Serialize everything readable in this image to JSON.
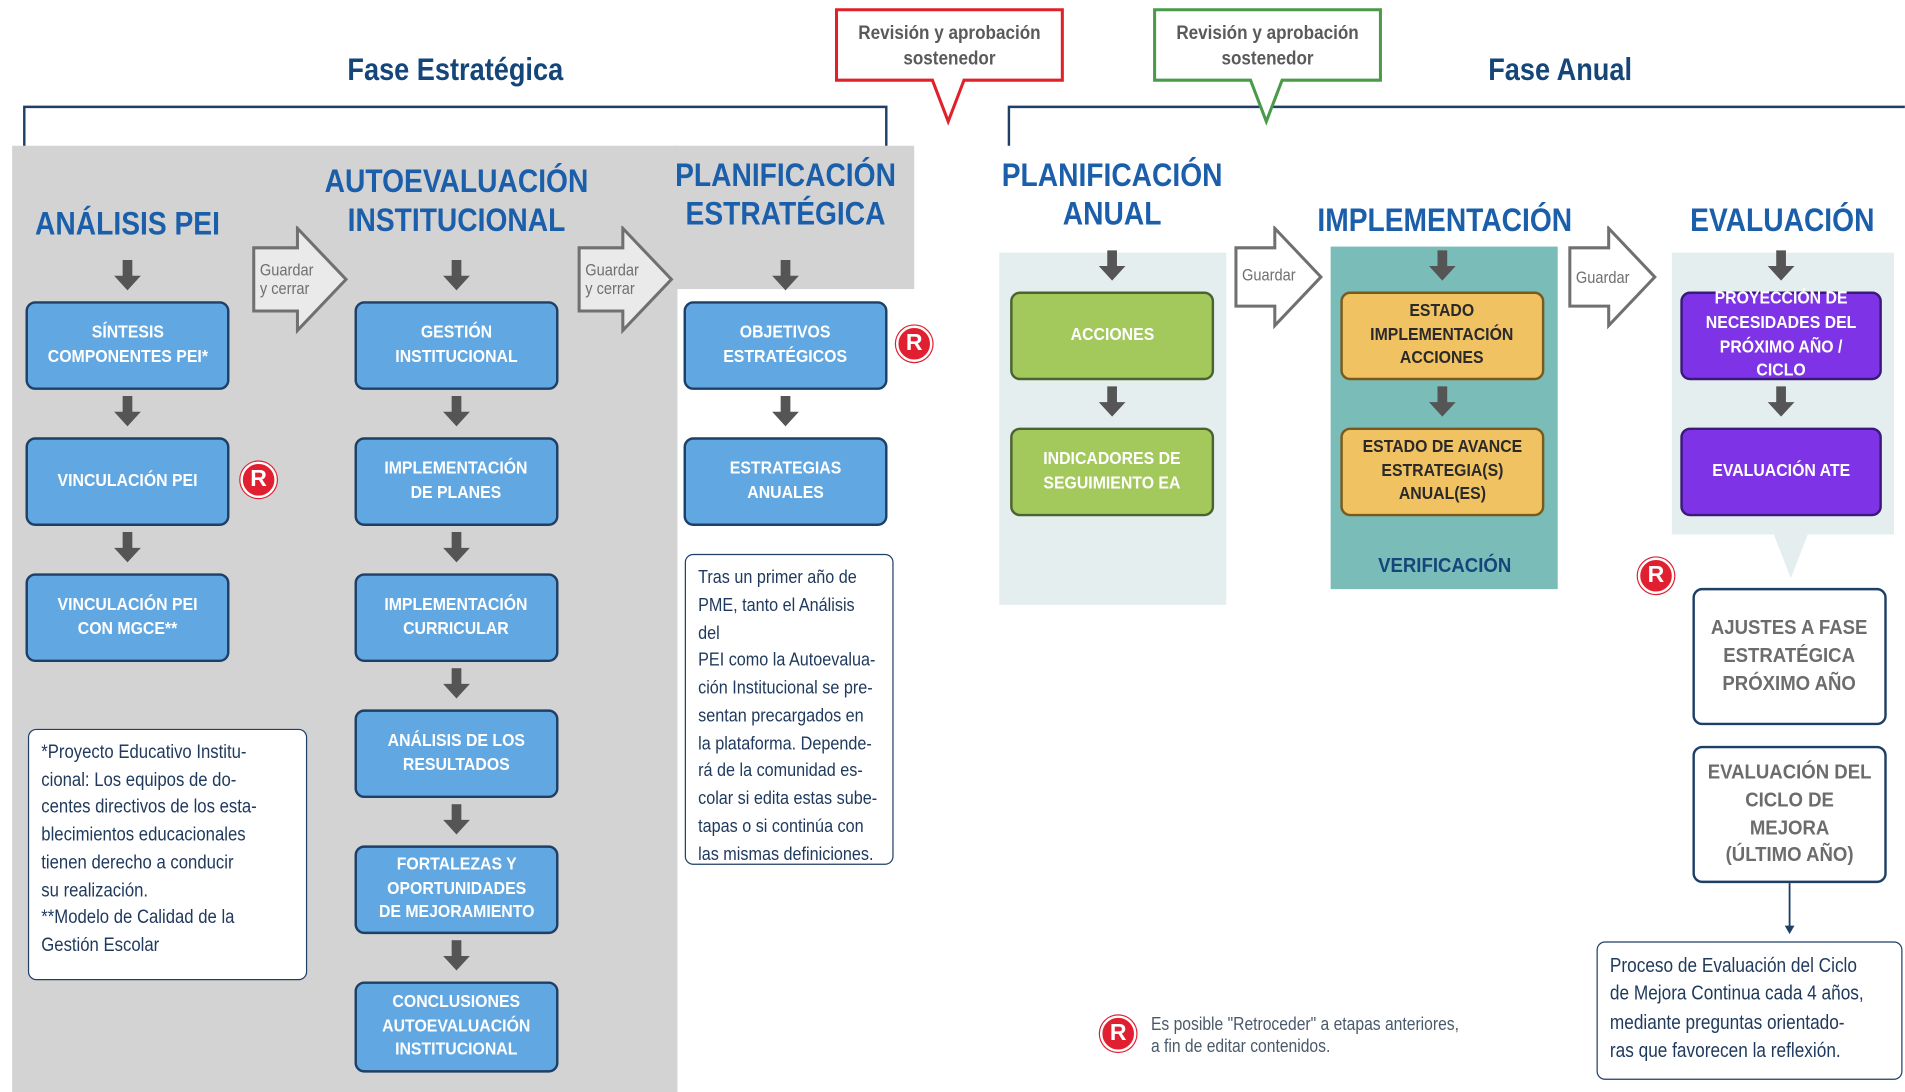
{
  "phases": {
    "strategic_title": "Fase Estratégica",
    "annual_title": "Fase Anual"
  },
  "review_callouts": {
    "red": {
      "text": "Revisión y aprobación\nsostenedor",
      "color": "#e0202a"
    },
    "green": {
      "text": "Revisión y aprobación\nsostenedor",
      "color": "#4a9a4a"
    }
  },
  "arrow_labels": {
    "save_close_1": "Guardar\ny cerrar",
    "save_close_2": "Guardar\ny cerrar",
    "save_1": "Guardar",
    "save_2": "Guardar"
  },
  "stages": {
    "analisis_pei": {
      "title": "ANÁLISIS PEI",
      "boxes": [
        "SÍNTESIS\nCOMPONENTES PEI*",
        "VINCULACIÓN PEI",
        "VINCULACIÓN PEI\nCON MGCE**"
      ],
      "note": "*Proyecto Educativo Institu-\ncional: Los equipos de do-\ncentes directivos de los esta-\nblecimientos educacionales\ntienen derecho a conducir\nsu realización.\n**Modelo de Calidad de la\nGestión Escolar"
    },
    "autoevaluacion": {
      "title": "AUTOEVALUACIÓN\nINSTITUCIONAL",
      "boxes": [
        "GESTIÓN\nINSTITUCIONAL",
        "IMPLEMENTACIÓN\nDE PLANES",
        "IMPLEMENTACIÓN\nCURRICULAR",
        "ANÁLISIS DE LOS\nRESULTADOS",
        "FORTALEZAS Y\nOPORTUNIDADES\nDE MEJORAMIENTO",
        "CONCLUSIONES\nAUTOEVALUACIÓN\nINSTITUCIONAL"
      ]
    },
    "planificacion_estrategica": {
      "title": "PLANIFICACIÓN\nESTRATÉGICA",
      "boxes": [
        "OBJETIVOS\nESTRATÉGICOS",
        "ESTRATEGIAS\nANUALES"
      ],
      "note": "Tras un primer año de\nPME, tanto el Análisis del\nPEI como la Autoevalua-\nción Institucional se pre-\nsentan precargados en\nla plataforma. Depende-\nrá de la comunidad es-\ncolar si edita estas sube-\ntapas o si continúa con\nlas mismas definiciones."
    },
    "planificacion_anual": {
      "title": "PLANIFICACIÓN\nANUAL",
      "boxes": [
        "ACCIONES",
        "INDICADORES DE\nSEGUIMIENTO EA"
      ]
    },
    "implementacion": {
      "title": "IMPLEMENTACIÓN",
      "boxes": [
        "ESTADO\nIMPLEMENTACIÓN\nACCIONES",
        "ESTADO DE AVANCE\nESTRATEGIA(S)\nANUAL(ES)"
      ],
      "footer": "VERIFICACIÓN"
    },
    "evaluacion": {
      "title": "EVALUACIÓN",
      "boxes": [
        "PROYECCIÓN DE\nNECESIDADES DEL\nPRÓXIMO AÑO / CICLO",
        "EVALUACIÓN ATE"
      ],
      "outcomes": [
        "AJUSTES A FASE\nESTRATÉGICA\nPRÓXIMO AÑO",
        "EVALUACIÓN DEL\nCICLO DE MEJORA\n(ÚLTIMO AÑO)"
      ],
      "note": "Proceso de Evaluación del Ciclo\nde Mejora Continua cada 4 años,\nmediante preguntas orientado-\nras que favorecen la reflexión."
    }
  },
  "badge_letter": "R",
  "legend": {
    "badge": "R",
    "text": "Es posible \"Retroceder\" a etapas anteriores,\na fin de editar contenidos."
  },
  "colors": {
    "phase_title": "#15467a",
    "stage_title": "#1b5eaa",
    "blue_box": "#61a7e2",
    "green_box": "#a3c85c",
    "yellow_box": "#f1c261",
    "purple_box": "#7f33e6",
    "gray_panel": "#d3d3d3",
    "teal_panel": "#79bcb8",
    "badge": "#e02030"
  }
}
